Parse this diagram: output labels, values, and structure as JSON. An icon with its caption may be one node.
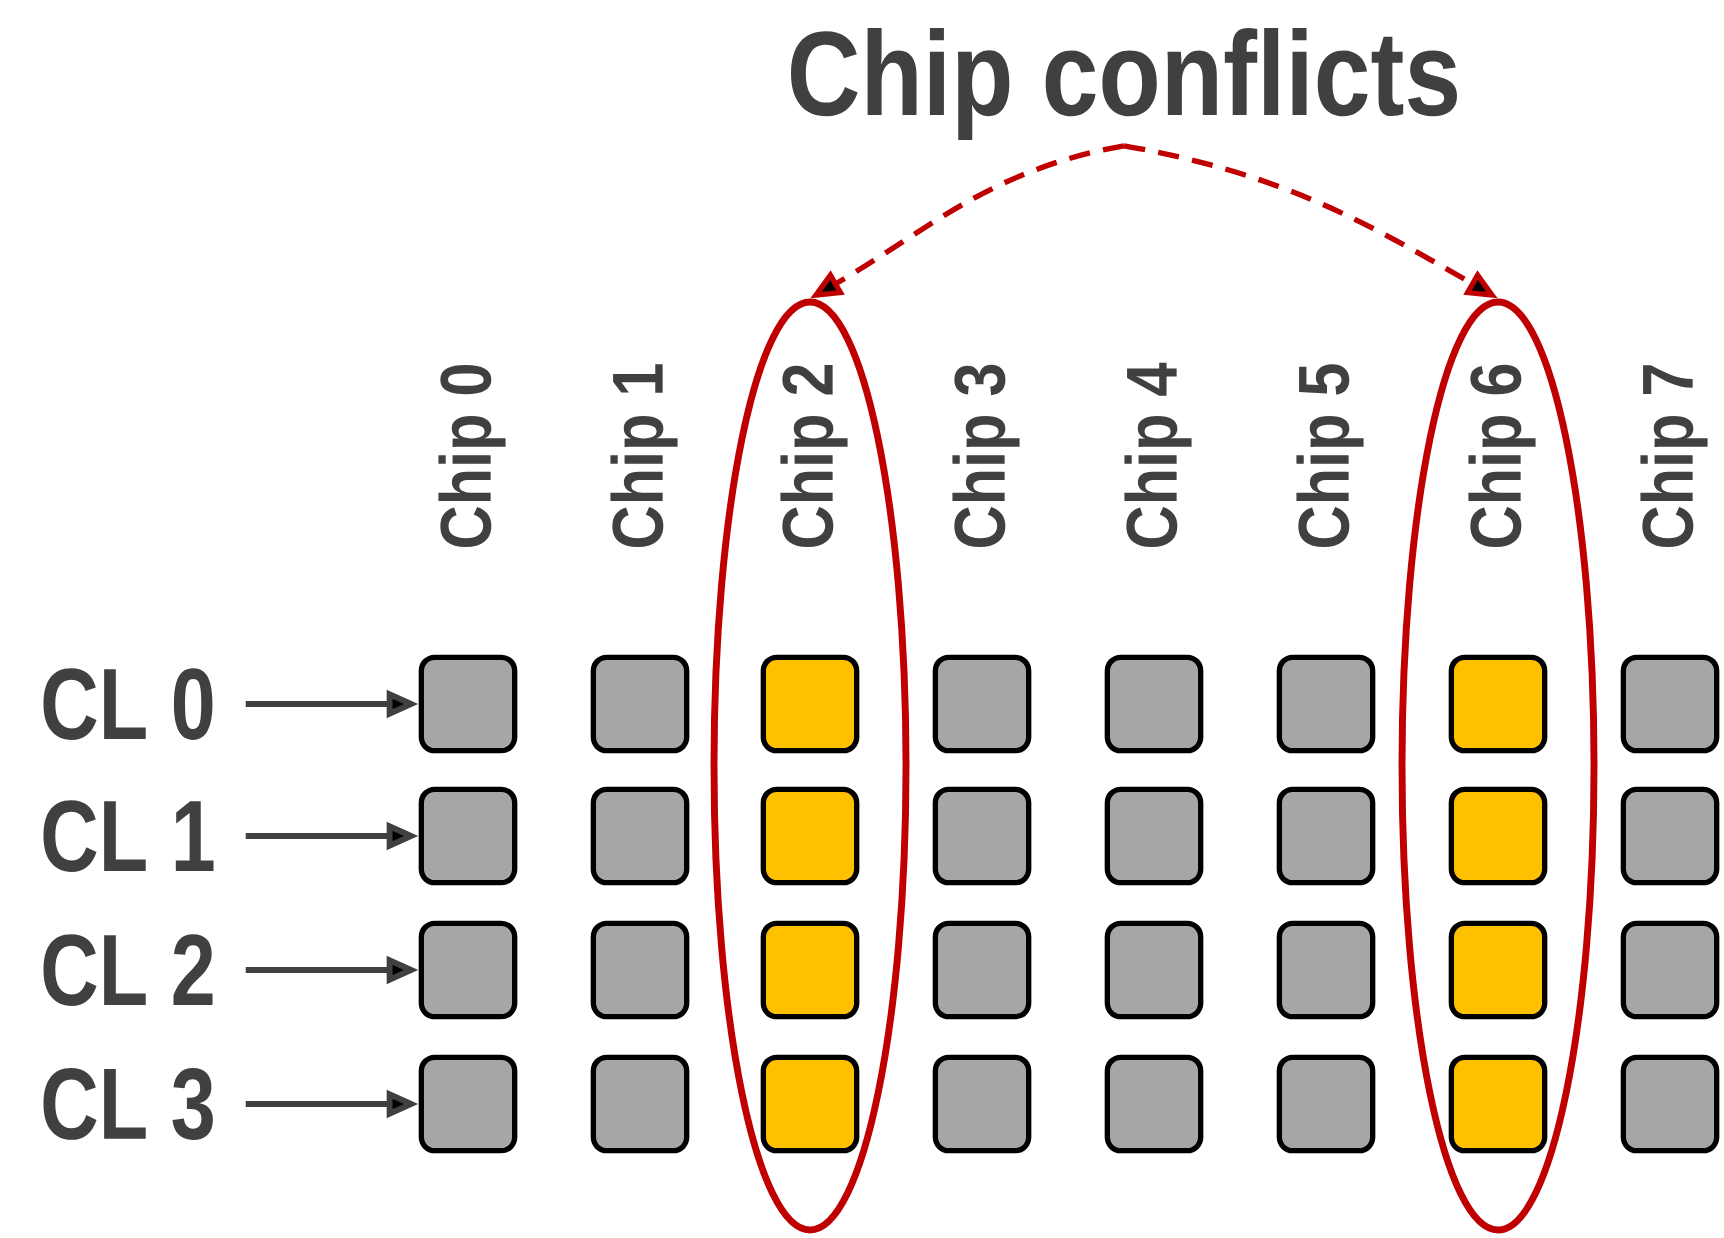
{
  "diagram": {
    "nodes": [
      {
        "text": [
          "Chip conflicts"
        ]
      },
      {
        "text": [],
        "shape": "ellipse"
      },
      {
        "text": [],
        "shape": "ellipse"
      },
      {
        "text": [
          "CL 0"
        ]
      },
      {
        "text": [
          "CL 1"
        ]
      },
      {
        "text": [
          "CL 2"
        ]
      },
      {
        "text": [
          "CL 3"
        ]
      },
      {
        "text": [],
        "shape": "box"
      },
      {
        "text": [],
        "shape": "box"
      },
      {
        "text": [],
        "shape": "box",
        "in": 1
      },
      {
        "text": [],
        "shape": "box"
      },
      {
        "text": [],
        "shape": "box"
      },
      {
        "text": [],
        "shape": "box"
      },
      {
        "text": [],
        "shape": "box",
        "in": 2
      },
      {
        "text": [],
        "shape": "box"
      },
      {
        "text": [],
        "shape": "box"
      },
      {
        "text": [],
        "shape": "box"
      },
      {
        "text": [],
        "shape": "box",
        "in": 1
      },
      {
        "text": [],
        "shape": "box"
      },
      {
        "text": [],
        "shape": "box"
      },
      {
        "text": [],
        "shape": "box"
      },
      {
        "text": [],
        "shape": "box",
        "in": 2
      },
      {
        "text": [],
        "shape": "box"
      },
      {
        "text": [],
        "shape": "box"
      },
      {
        "text": [],
        "shape": "box"
      },
      {
        "text": [],
        "shape": "box",
        "in": 1
      },
      {
        "text": [],
        "shape": "box"
      },
      {
        "text": [],
        "shape": "box"
      },
      {
        "text": [],
        "shape": "box"
      },
      {
        "text": [],
        "shape": "box",
        "in": 2
      },
      {
        "text": [],
        "shape": "box"
      },
      {
        "text": [],
        "shape": "box"
      },
      {
        "text": [],
        "shape": "box"
      },
      {
        "text": [],
        "shape": "box",
        "in": 1
      },
      {
        "text": [],
        "shape": "box"
      },
      {
        "text": [],
        "shape": "box"
      },
      {
        "text": [],
        "shape": "box"
      },
      {
        "text": [],
        "shape": "box",
        "in": 2
      },
      {
        "text": [],
        "shape": "box"
      }
    ],
    "edges": [
      {
        "from": 0,
        "to": 1,
        "arrow": "to",
        "style": "dashed",
        "color": "#c00000"
      },
      {
        "from": 0,
        "to": 2,
        "arrow": "to",
        "style": "dashed",
        "color": "#c00000"
      },
      {
        "from": 3,
        "to": 7,
        "arrow": "to"
      },
      {
        "from": 4,
        "to": 15,
        "arrow": "to"
      },
      {
        "from": 5,
        "to": 23,
        "arrow": "to"
      },
      {
        "from": 6,
        "to": 31,
        "arrow": "to"
      }
    ],
    "labels": [
      "Chip 0",
      "Chip 1",
      "Chip 2",
      "Chip 3",
      "Chip 4",
      "Chip 5",
      "Chip 6",
      "Chip 7"
    ]
  }
}
